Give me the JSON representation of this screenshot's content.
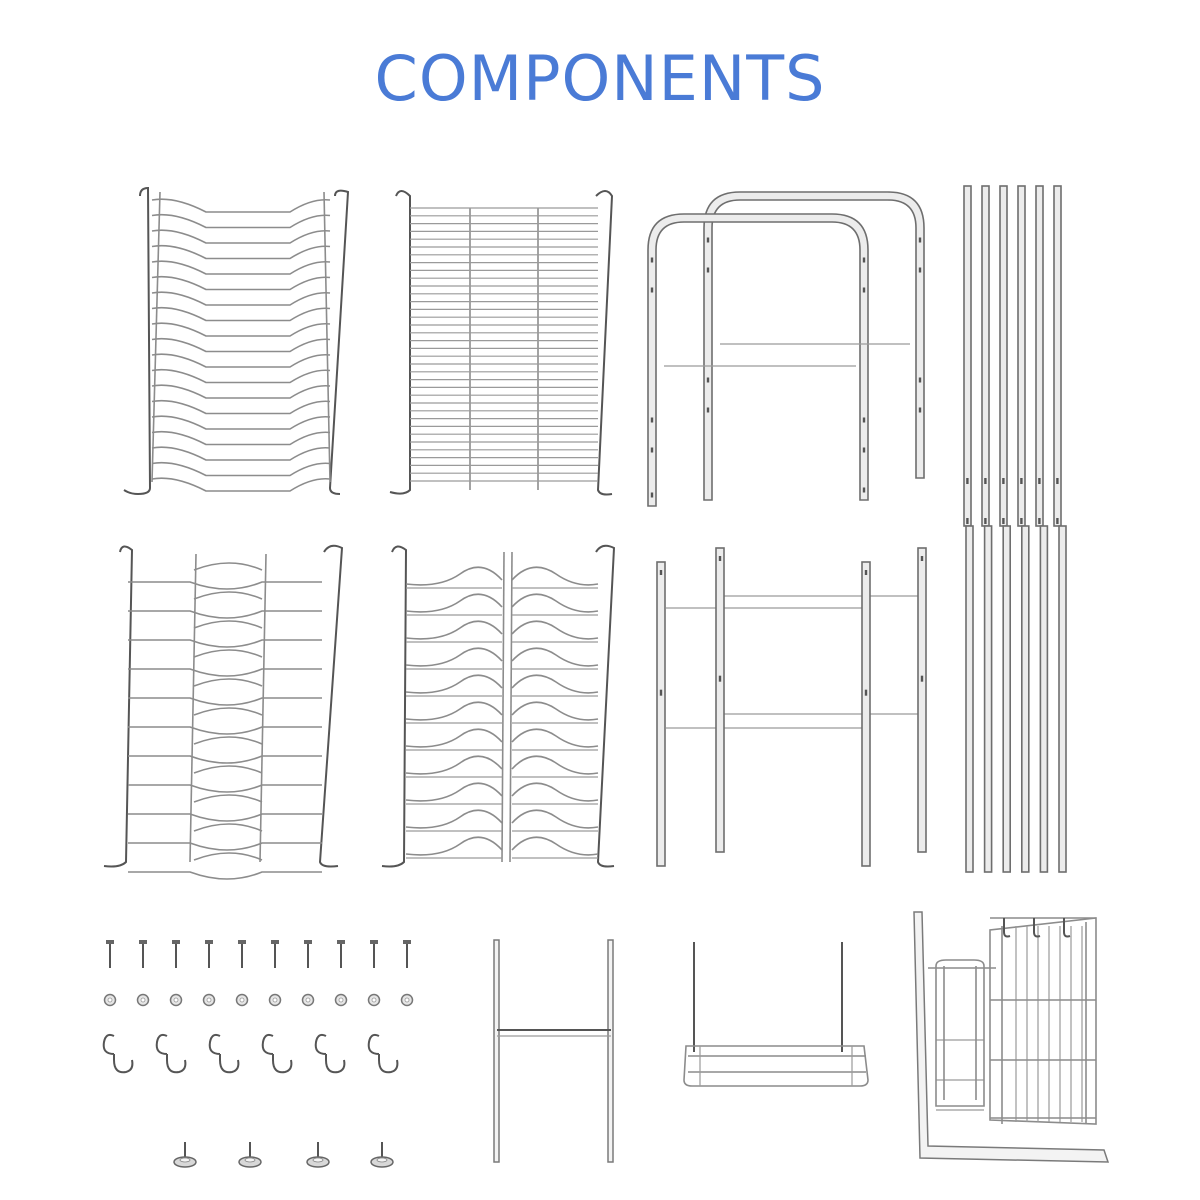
{
  "heading": {
    "title": "COMPONENTS",
    "color": "#4a7bd6"
  },
  "parts": [
    {
      "id": "cup-rack-panel",
      "icon": "cup-rack-icon"
    },
    {
      "id": "mesh-shelf-panel",
      "icon": "mesh-shelf-icon"
    },
    {
      "id": "u-frame-tubes",
      "icon": "u-frame-icon"
    },
    {
      "id": "long-poles",
      "icon": "pole-icon"
    },
    {
      "id": "plate-rack-panel",
      "icon": "plate-rack-icon"
    },
    {
      "id": "bowl-rack-panel",
      "icon": "bowl-rack-icon"
    },
    {
      "id": "side-frames",
      "icon": "side-frame-icon"
    },
    {
      "id": "screws-washers-hooks-feet",
      "icon": "hardware-icon"
    },
    {
      "id": "small-u-bracket",
      "icon": "u-bracket-icon"
    },
    {
      "id": "hanging-basket",
      "icon": "basket-icon"
    },
    {
      "id": "utensil-holder",
      "icon": "utensil-holder-icon"
    }
  ]
}
